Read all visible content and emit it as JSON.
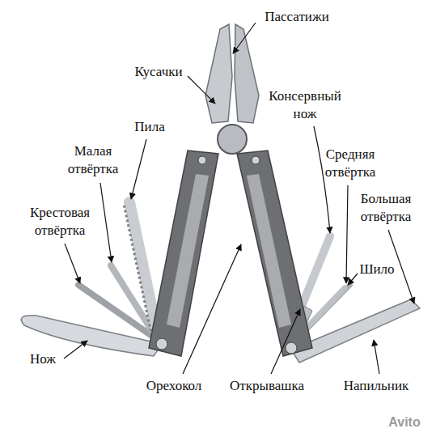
{
  "diagram": {
    "labels": [
      "Пассатижи",
      "Кусачки",
      "Консервный нож",
      "Пила",
      "Малая отвёртка",
      "Средняя отвёртка",
      "Крестовая отвёртка",
      "Большая отвёртка",
      "Шило",
      "Нож",
      "Орехокол",
      "Открывашка",
      "Напильник",
      "Avito"
    ]
  }
}
